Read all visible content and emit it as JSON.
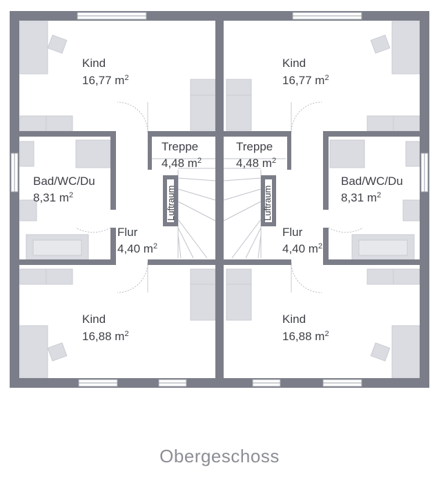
{
  "rooms": {
    "kind_top_left": {
      "name": "Kind",
      "area": "16,77 m",
      "unit_sup": "2"
    },
    "kind_top_right": {
      "name": "Kind",
      "area": "16,77 m",
      "unit_sup": "2"
    },
    "kind_bottom_left": {
      "name": "Kind",
      "area": "16,88 m",
      "unit_sup": "2"
    },
    "kind_bottom_right": {
      "name": "Kind",
      "area": "16,88 m",
      "unit_sup": "2"
    },
    "bad_left": {
      "name": "Bad/WC/Du",
      "area": "8,31 m",
      "unit_sup": "2"
    },
    "bad_right": {
      "name": "Bad/WC/Du",
      "area": "8,31 m",
      "unit_sup": "2"
    },
    "treppe_left": {
      "name": "Treppe",
      "area": "4,48 m",
      "unit_sup": "2"
    },
    "treppe_right": {
      "name": "Treppe",
      "area": "4,48 m",
      "unit_sup": "2"
    },
    "flur_left": {
      "name": "Flur",
      "area": "4,40 m",
      "unit_sup": "2"
    },
    "flur_right": {
      "name": "Flur",
      "area": "4,40 m",
      "unit_sup": "2"
    }
  },
  "luftraum_left": "Luftraum",
  "luftraum_right": "Luftraum",
  "caption": "Obergeschoss",
  "colors": {
    "wall": "#7b7e88",
    "furniture": "#dadce2",
    "furniture_light": "#e7e8ec",
    "text": "#3d4046",
    "caption": "#8b8e94"
  }
}
